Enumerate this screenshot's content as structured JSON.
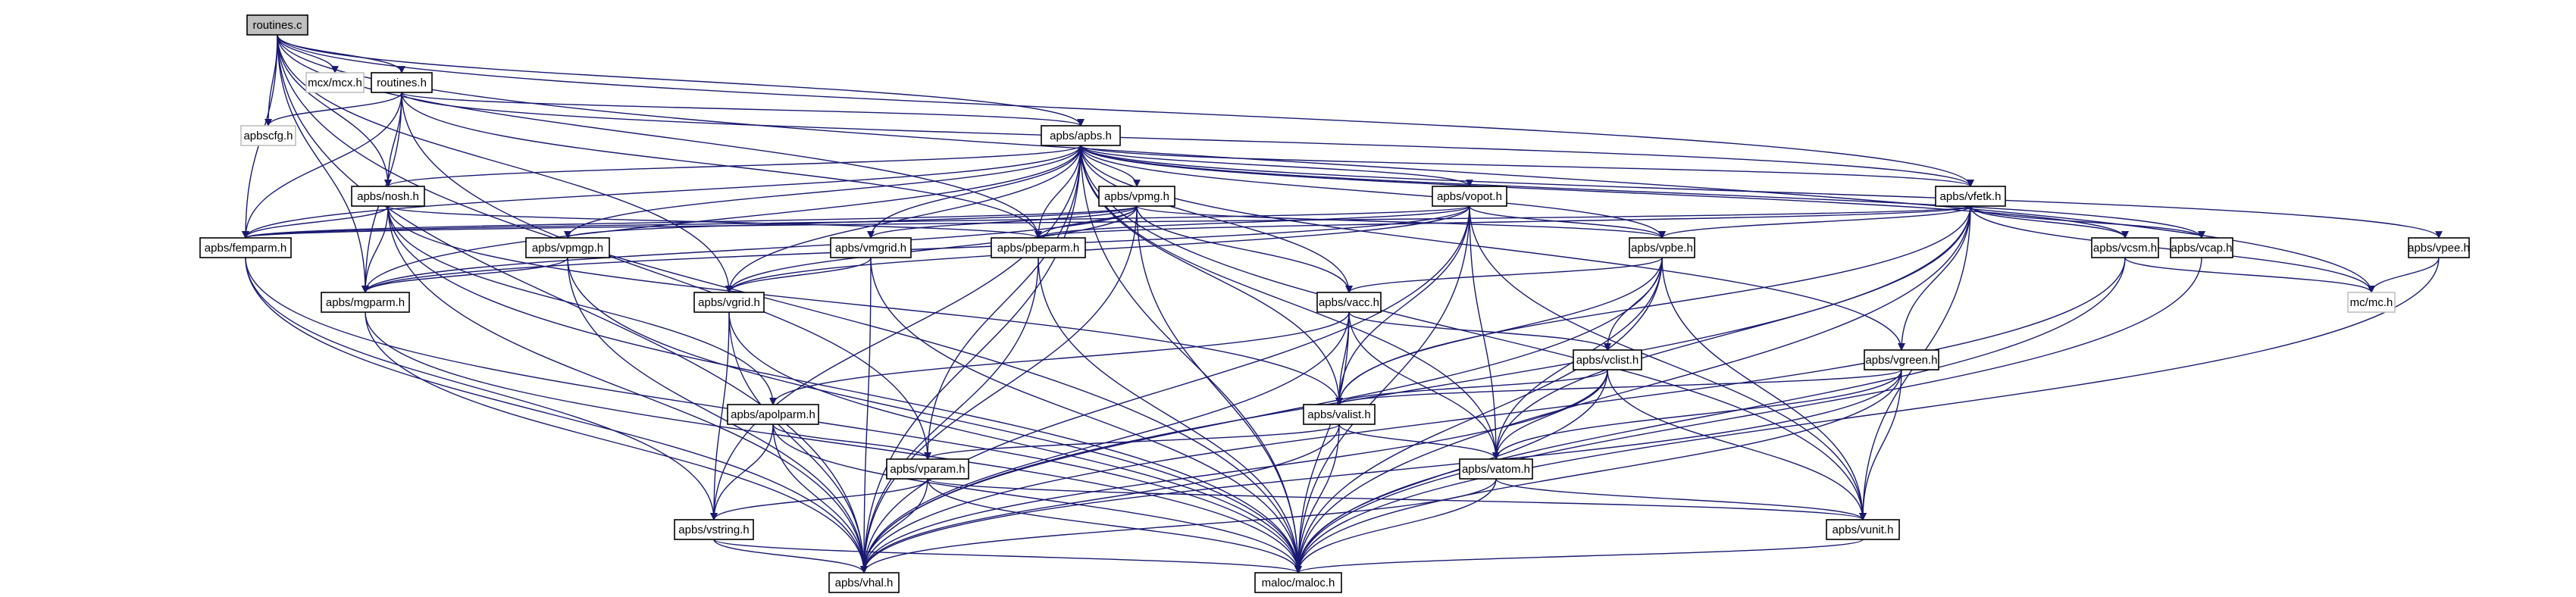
{
  "graph": {
    "title": "routines.c include dependency graph",
    "root": "routines.c",
    "colors": {
      "edge": "#191970",
      "root_fill": "#bfbfbf",
      "missing_border": "#bfbfbf",
      "node_border": "#000000"
    },
    "nodes": [
      {
        "id": "routines_c",
        "label": "routines.c",
        "kind": "root"
      },
      {
        "id": "mcx_h",
        "label": "mcx/mcx.h",
        "kind": "missing"
      },
      {
        "id": "routines_h",
        "label": "routines.h",
        "kind": "normal"
      },
      {
        "id": "apbscfg_h",
        "label": "apbscfg.h",
        "kind": "missing"
      },
      {
        "id": "apbs_h",
        "label": "apbs/apbs.h",
        "kind": "normal"
      },
      {
        "id": "nosh_h",
        "label": "apbs/nosh.h",
        "kind": "normal"
      },
      {
        "id": "femparm_h",
        "label": "apbs/femparm.h",
        "kind": "normal"
      },
      {
        "id": "mgparm_h",
        "label": "apbs/mgparm.h",
        "kind": "normal"
      },
      {
        "id": "vpmg_h",
        "label": "apbs/vpmg.h",
        "kind": "normal"
      },
      {
        "id": "vpmgp_h",
        "label": "apbs/vpmgp.h",
        "kind": "normal"
      },
      {
        "id": "vmgrid_h",
        "label": "apbs/vmgrid.h",
        "kind": "normal"
      },
      {
        "id": "vgrid_h",
        "label": "apbs/vgrid.h",
        "kind": "normal"
      },
      {
        "id": "vopot_h",
        "label": "apbs/vopot.h",
        "kind": "normal"
      },
      {
        "id": "pbeparm_h",
        "label": "apbs/pbeparm.h",
        "kind": "normal"
      },
      {
        "id": "vfetk_h",
        "label": "apbs/vfetk.h",
        "kind": "normal"
      },
      {
        "id": "vpbe_h",
        "label": "apbs/vpbe.h",
        "kind": "normal"
      },
      {
        "id": "vcsm_h",
        "label": "apbs/vcsm.h",
        "kind": "normal"
      },
      {
        "id": "vcap_h",
        "label": "apbs/vcap.h",
        "kind": "normal"
      },
      {
        "id": "vpee_h",
        "label": "apbs/vpee.h",
        "kind": "normal"
      },
      {
        "id": "mc_h",
        "label": "mc/mc.h",
        "kind": "missing"
      },
      {
        "id": "vacc_h",
        "label": "apbs/vacc.h",
        "kind": "normal"
      },
      {
        "id": "vclist_h",
        "label": "apbs/vclist.h",
        "kind": "normal"
      },
      {
        "id": "vgreen_h",
        "label": "apbs/vgreen.h",
        "kind": "normal"
      },
      {
        "id": "apolparm_h",
        "label": "apbs/apolparm.h",
        "kind": "normal"
      },
      {
        "id": "valist_h",
        "label": "apbs/valist.h",
        "kind": "normal"
      },
      {
        "id": "vparam_h",
        "label": "apbs/vparam.h",
        "kind": "normal"
      },
      {
        "id": "vatom_h",
        "label": "apbs/vatom.h",
        "kind": "normal"
      },
      {
        "id": "vstring_h",
        "label": "apbs/vstring.h",
        "kind": "normal"
      },
      {
        "id": "vunit_h",
        "label": "apbs/vunit.h",
        "kind": "normal"
      },
      {
        "id": "vhal_h",
        "label": "apbs/vhal.h",
        "kind": "normal"
      },
      {
        "id": "maloc_h",
        "label": "maloc/maloc.h",
        "kind": "normal"
      }
    ],
    "edges": [
      [
        "routines_c",
        "mcx_h"
      ],
      [
        "routines_c",
        "routines_h"
      ],
      [
        "routines_c",
        "apbscfg_h"
      ],
      [
        "routines_c",
        "apbs_h"
      ],
      [
        "routines_c",
        "nosh_h"
      ],
      [
        "routines_c",
        "femparm_h"
      ],
      [
        "routines_c",
        "mgparm_h"
      ],
      [
        "routines_c",
        "pbeparm_h"
      ],
      [
        "routines_c",
        "vfetk_h"
      ],
      [
        "routines_c",
        "vgrid_h"
      ],
      [
        "routines_c",
        "mc_h"
      ],
      [
        "routines_c",
        "vhal_h"
      ],
      [
        "routines_c",
        "maloc_h"
      ],
      [
        "routines_h",
        "apbscfg_h"
      ],
      [
        "routines_h",
        "apbs_h"
      ],
      [
        "routines_h",
        "nosh_h"
      ],
      [
        "routines_h",
        "femparm_h"
      ],
      [
        "routines_h",
        "mgparm_h"
      ],
      [
        "routines_h",
        "pbeparm_h"
      ],
      [
        "routines_h",
        "vfetk_h"
      ],
      [
        "routines_h",
        "vparam_h"
      ],
      [
        "apbs_h",
        "nosh_h"
      ],
      [
        "apbs_h",
        "femparm_h"
      ],
      [
        "apbs_h",
        "mgparm_h"
      ],
      [
        "apbs_h",
        "vpmg_h"
      ],
      [
        "apbs_h",
        "vpmgp_h"
      ],
      [
        "apbs_h",
        "vmgrid_h"
      ],
      [
        "apbs_h",
        "vgrid_h"
      ],
      [
        "apbs_h",
        "vopot_h"
      ],
      [
        "apbs_h",
        "pbeparm_h"
      ],
      [
        "apbs_h",
        "vfetk_h"
      ],
      [
        "apbs_h",
        "vpbe_h"
      ],
      [
        "apbs_h",
        "vcsm_h"
      ],
      [
        "apbs_h",
        "vcap_h"
      ],
      [
        "apbs_h",
        "vpee_h"
      ],
      [
        "apbs_h",
        "vacc_h"
      ],
      [
        "apbs_h",
        "vgreen_h"
      ],
      [
        "apbs_h",
        "valist_h"
      ],
      [
        "apbs_h",
        "vparam_h"
      ],
      [
        "apbs_h",
        "vatom_h"
      ],
      [
        "apbs_h",
        "vstring_h"
      ],
      [
        "apbs_h",
        "vunit_h"
      ],
      [
        "apbs_h",
        "vhal_h"
      ],
      [
        "apbs_h",
        "maloc_h"
      ],
      [
        "nosh_h",
        "femparm_h"
      ],
      [
        "nosh_h",
        "mgparm_h"
      ],
      [
        "nosh_h",
        "pbeparm_h"
      ],
      [
        "nosh_h",
        "apolparm_h"
      ],
      [
        "nosh_h",
        "valist_h"
      ],
      [
        "nosh_h",
        "vhal_h"
      ],
      [
        "nosh_h",
        "maloc_h"
      ],
      [
        "femparm_h",
        "vstring_h"
      ],
      [
        "femparm_h",
        "vhal_h"
      ],
      [
        "femparm_h",
        "maloc_h"
      ],
      [
        "mgparm_h",
        "vhal_h"
      ],
      [
        "mgparm_h",
        "maloc_h"
      ],
      [
        "vpmg_h",
        "femparm_h"
      ],
      [
        "vpmg_h",
        "mgparm_h"
      ],
      [
        "vpmg_h",
        "vpmgp_h"
      ],
      [
        "vpmg_h",
        "vmgrid_h"
      ],
      [
        "vpmg_h",
        "vgrid_h"
      ],
      [
        "vpmg_h",
        "pbeparm_h"
      ],
      [
        "vpmg_h",
        "vpbe_h"
      ],
      [
        "vpmg_h",
        "vacc_h"
      ],
      [
        "vpmg_h",
        "vhal_h"
      ],
      [
        "vpmg_h",
        "maloc_h"
      ],
      [
        "vpmgp_h",
        "mgparm_h"
      ],
      [
        "vpmgp_h",
        "vhal_h"
      ],
      [
        "vpmgp_h",
        "maloc_h"
      ],
      [
        "vmgrid_h",
        "vgrid_h"
      ],
      [
        "vmgrid_h",
        "vhal_h"
      ],
      [
        "vmgrid_h",
        "maloc_h"
      ],
      [
        "vgrid_h",
        "vstring_h"
      ],
      [
        "vgrid_h",
        "vhal_h"
      ],
      [
        "vgrid_h",
        "maloc_h"
      ],
      [
        "vopot_h",
        "femparm_h"
      ],
      [
        "vopot_h",
        "mgparm_h"
      ],
      [
        "vopot_h",
        "vgrid_h"
      ],
      [
        "vopot_h",
        "pbeparm_h"
      ],
      [
        "vopot_h",
        "vpbe_h"
      ],
      [
        "vopot_h",
        "valist_h"
      ],
      [
        "vopot_h",
        "vatom_h"
      ],
      [
        "vopot_h",
        "vunit_h"
      ],
      [
        "vopot_h",
        "vhal_h"
      ],
      [
        "vopot_h",
        "maloc_h"
      ],
      [
        "pbeparm_h",
        "vhal_h"
      ],
      [
        "pbeparm_h",
        "maloc_h"
      ],
      [
        "vfetk_h",
        "femparm_h"
      ],
      [
        "vfetk_h",
        "pbeparm_h"
      ],
      [
        "vfetk_h",
        "vpbe_h"
      ],
      [
        "vfetk_h",
        "vcsm_h"
      ],
      [
        "vfetk_h",
        "vcap_h"
      ],
      [
        "vfetk_h",
        "mc_h"
      ],
      [
        "vfetk_h",
        "vgreen_h"
      ],
      [
        "vfetk_h",
        "valist_h"
      ],
      [
        "vfetk_h",
        "vatom_h"
      ],
      [
        "vfetk_h",
        "vunit_h"
      ],
      [
        "vfetk_h",
        "vhal_h"
      ],
      [
        "vfetk_h",
        "maloc_h"
      ],
      [
        "vpbe_h",
        "vacc_h"
      ],
      [
        "vpbe_h",
        "vclist_h"
      ],
      [
        "vpbe_h",
        "valist_h"
      ],
      [
        "vpbe_h",
        "vatom_h"
      ],
      [
        "vpbe_h",
        "vunit_h"
      ],
      [
        "vpbe_h",
        "vhal_h"
      ],
      [
        "vpbe_h",
        "maloc_h"
      ],
      [
        "vcsm_h",
        "mc_h"
      ],
      [
        "vcsm_h",
        "vhal_h"
      ],
      [
        "vcsm_h",
        "maloc_h"
      ],
      [
        "vcap_h",
        "maloc_h"
      ],
      [
        "vpee_h",
        "mc_h"
      ],
      [
        "vpee_h",
        "maloc_h"
      ],
      [
        "vacc_h",
        "apolparm_h"
      ],
      [
        "vacc_h",
        "vclist_h"
      ],
      [
        "vacc_h",
        "valist_h"
      ],
      [
        "vacc_h",
        "vatom_h"
      ],
      [
        "vacc_h",
        "vhal_h"
      ],
      [
        "vacc_h",
        "maloc_h"
      ],
      [
        "vclist_h",
        "valist_h"
      ],
      [
        "vclist_h",
        "vatom_h"
      ],
      [
        "vclist_h",
        "vunit_h"
      ],
      [
        "vclist_h",
        "vhal_h"
      ],
      [
        "vclist_h",
        "maloc_h"
      ],
      [
        "vgreen_h",
        "valist_h"
      ],
      [
        "vgreen_h",
        "vatom_h"
      ],
      [
        "vgreen_h",
        "vunit_h"
      ],
      [
        "vgreen_h",
        "vhal_h"
      ],
      [
        "vgreen_h",
        "maloc_h"
      ],
      [
        "apolparm_h",
        "vparam_h"
      ],
      [
        "apolparm_h",
        "vstring_h"
      ],
      [
        "apolparm_h",
        "vhal_h"
      ],
      [
        "apolparm_h",
        "maloc_h"
      ],
      [
        "valist_h",
        "vparam_h"
      ],
      [
        "valist_h",
        "vatom_h"
      ],
      [
        "valist_h",
        "vhal_h"
      ],
      [
        "valist_h",
        "maloc_h"
      ],
      [
        "vparam_h",
        "vstring_h"
      ],
      [
        "vparam_h",
        "vunit_h"
      ],
      [
        "vparam_h",
        "vhal_h"
      ],
      [
        "vparam_h",
        "maloc_h"
      ],
      [
        "vatom_h",
        "vunit_h"
      ],
      [
        "vatom_h",
        "vhal_h"
      ],
      [
        "vatom_h",
        "maloc_h"
      ],
      [
        "vstring_h",
        "vhal_h"
      ],
      [
        "vstring_h",
        "maloc_h"
      ],
      [
        "vunit_h",
        "maloc_h"
      ]
    ]
  }
}
